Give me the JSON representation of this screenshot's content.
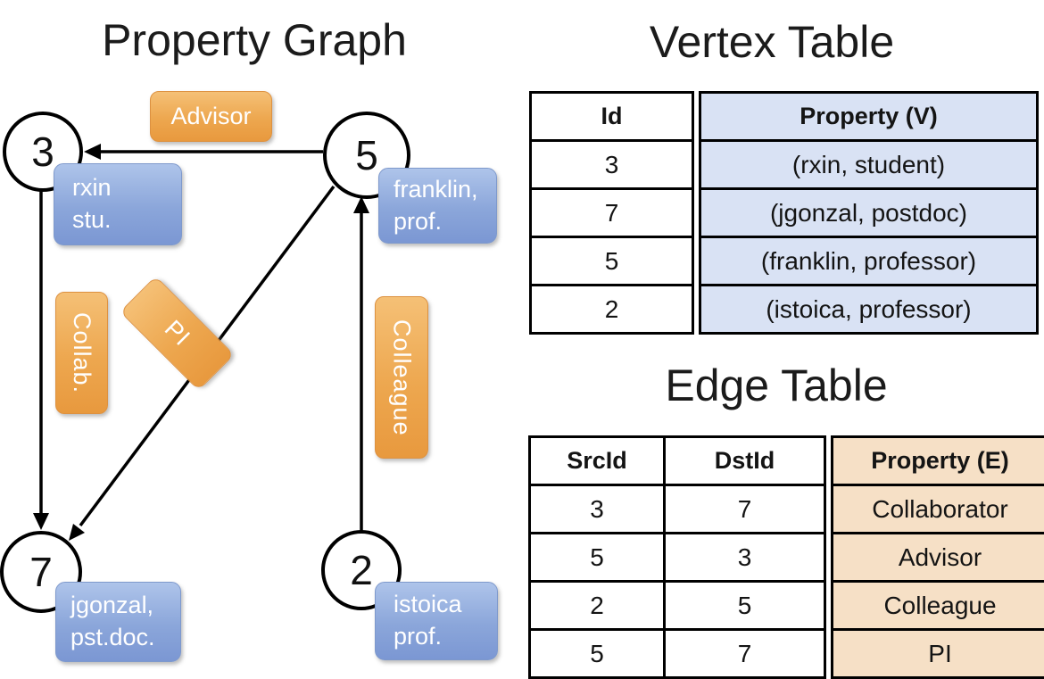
{
  "graph": {
    "title": "Property Graph",
    "nodes": [
      {
        "id": "3"
      },
      {
        "id": "5"
      },
      {
        "id": "7"
      },
      {
        "id": "2"
      }
    ],
    "edge_labels": {
      "advisor": "Advisor",
      "collab": "Collab.",
      "pi": "PI",
      "colleague": "Colleague"
    },
    "vertex_props": [
      {
        "line1": "rxin",
        "line2": "stu."
      },
      {
        "line1": "franklin,",
        "line2": "prof."
      },
      {
        "line1": "jgonzal,",
        "line2": "pst.doc."
      },
      {
        "line1": "istoica",
        "line2": "prof."
      }
    ]
  },
  "vertex_table": {
    "title": "Vertex Table",
    "col_id": "Id",
    "col_prop": "Property (V)",
    "ids": [
      "3",
      "7",
      "5",
      "2"
    ],
    "props": [
      "(rxin, student)",
      "(jgonzal, postdoc)",
      "(franklin, professor)",
      "(istoica, professor)"
    ]
  },
  "edge_table": {
    "title": "Edge Table",
    "col_src": "SrcId",
    "col_dst": "DstId",
    "col_prop": "Property (E)",
    "rows": [
      {
        "src": "3",
        "dst": "7",
        "prop": "Collaborator"
      },
      {
        "src": "5",
        "dst": "3",
        "prop": "Advisor"
      },
      {
        "src": "2",
        "dst": "5",
        "prop": "Colleague"
      },
      {
        "src": "5",
        "dst": "7",
        "prop": "PI"
      }
    ]
  },
  "colors": {
    "edge_label_orange": "#eda74f",
    "vertex_prop_blue": "#8ba6da",
    "vertex_table_fill": "#d9e2f4",
    "edge_table_fill": "#f6e0c6",
    "line_black": "#000000"
  }
}
